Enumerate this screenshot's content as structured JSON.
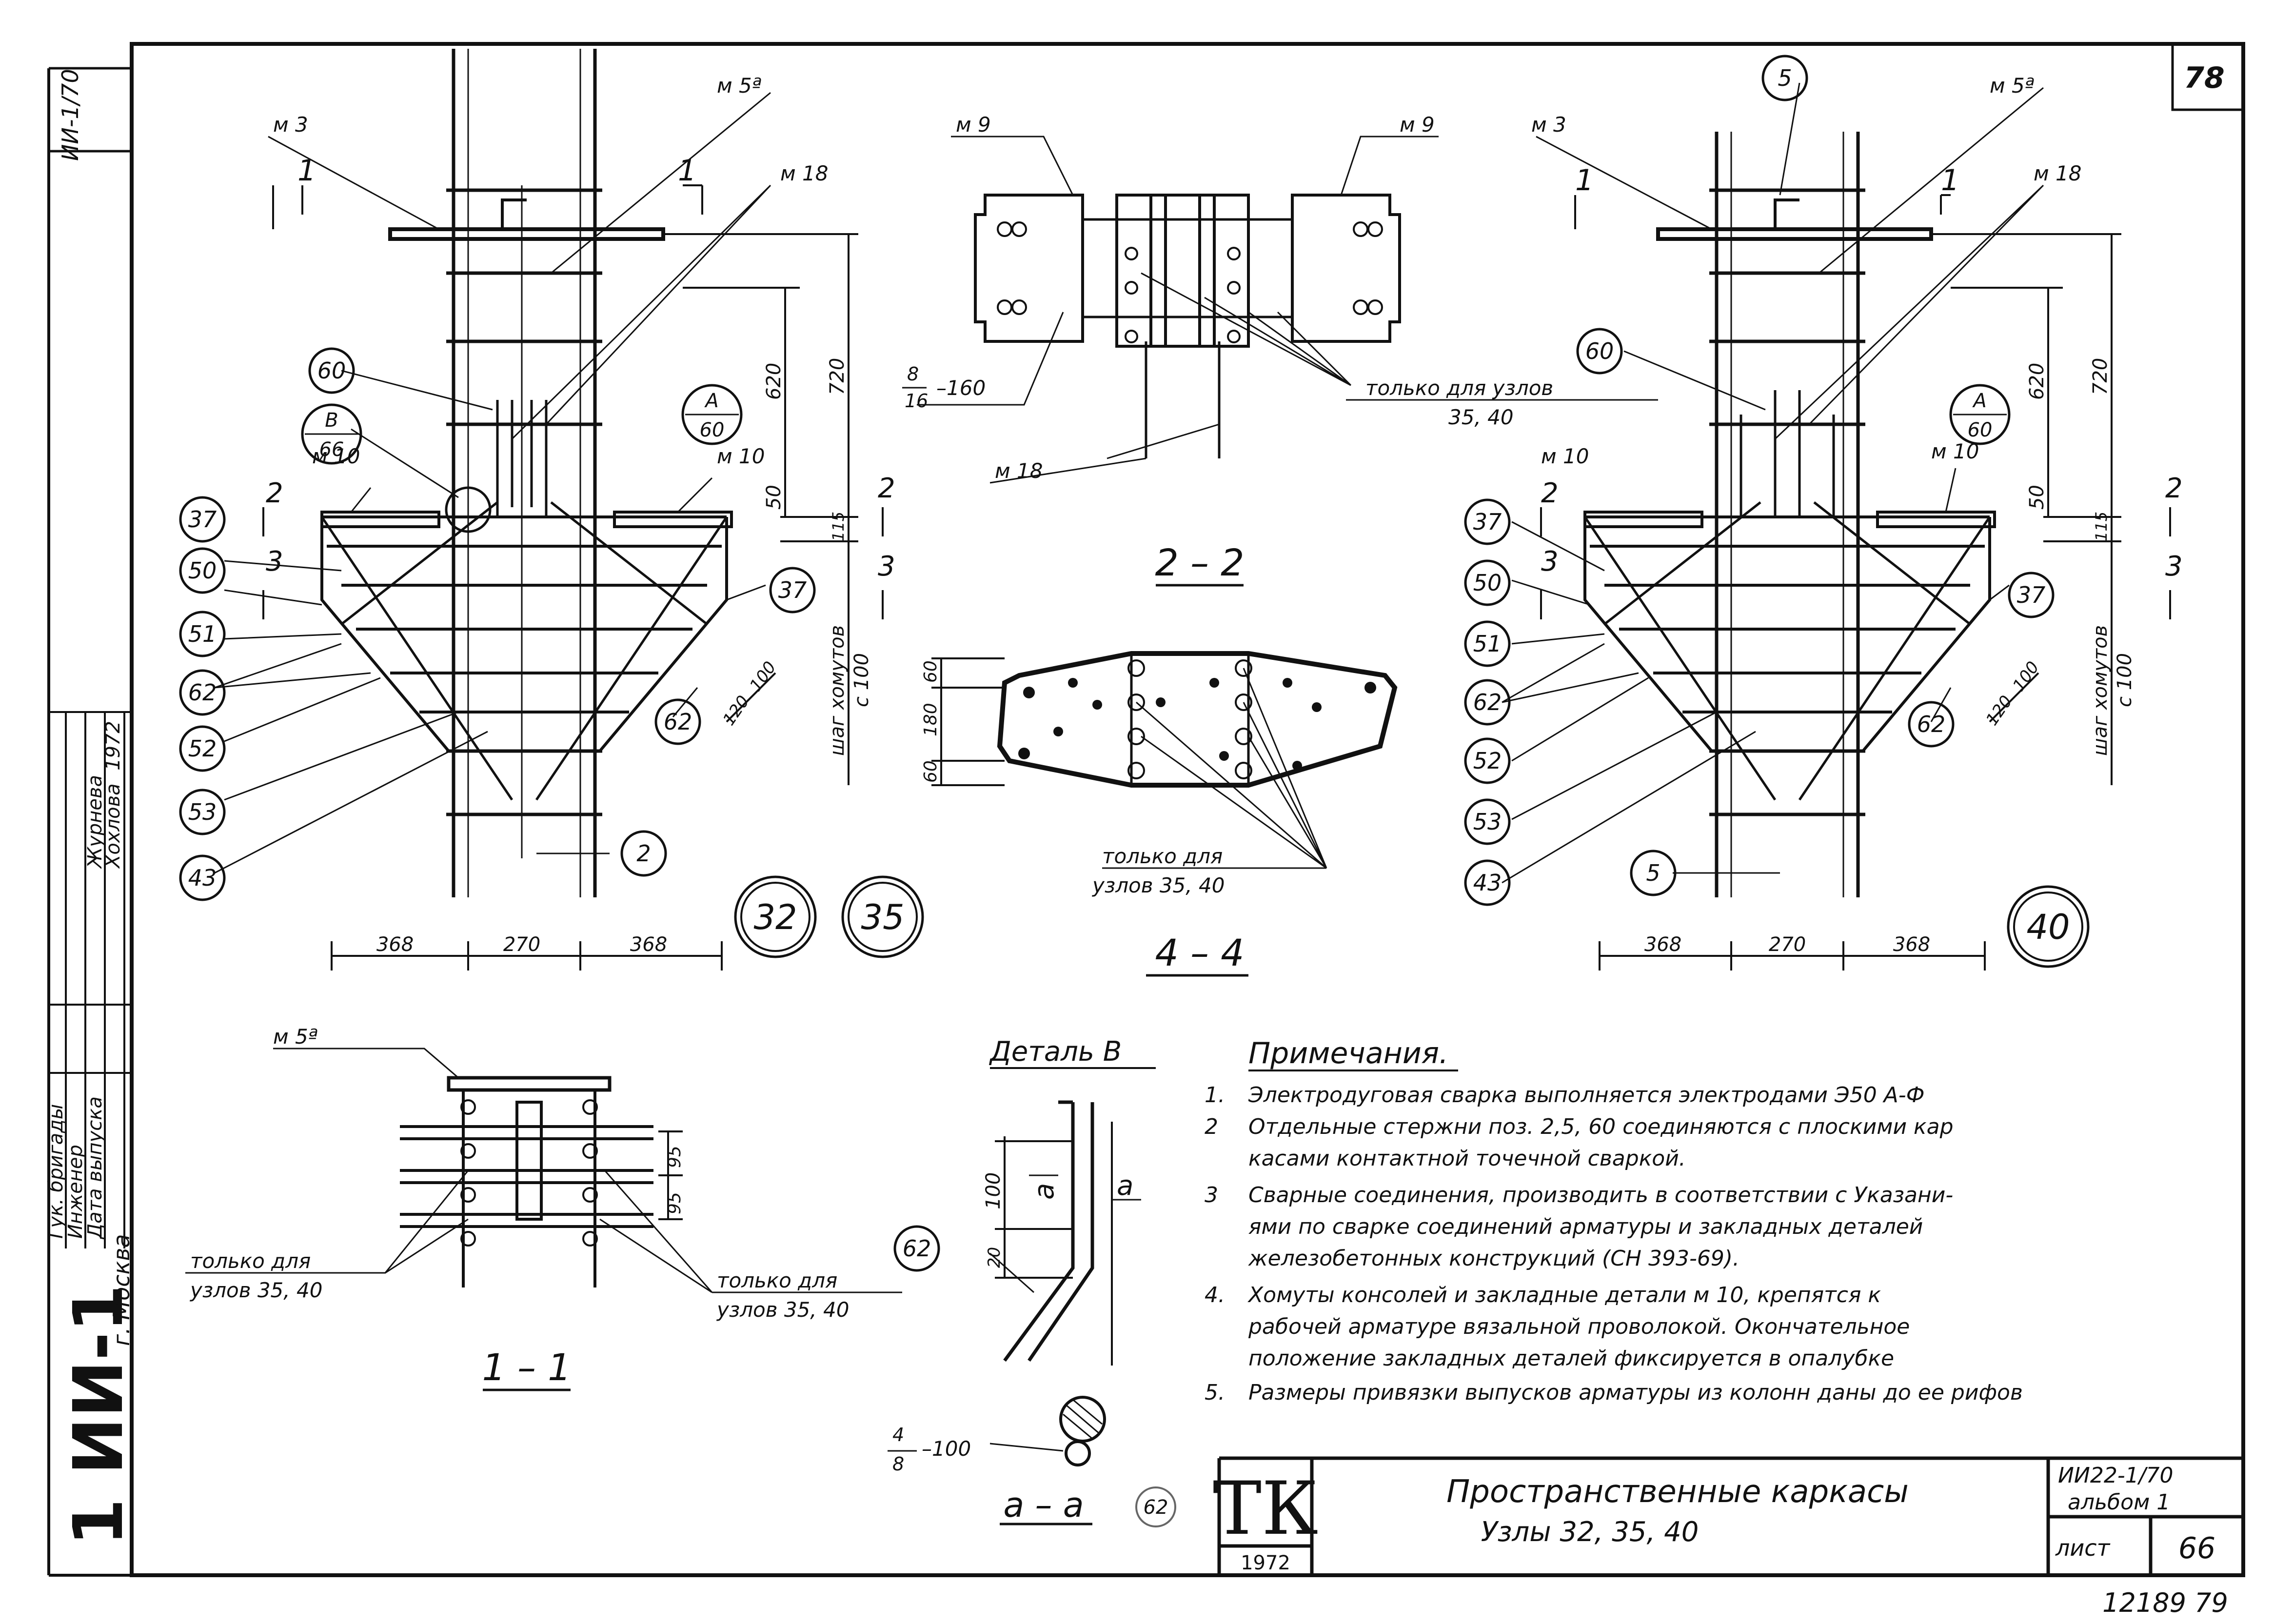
{
  "sheet_number": "78",
  "bottom_stamp": "12189 79",
  "left_strip": {
    "series_code": "ИИ-1/70",
    "series_big": "1 ИИ-1",
    "city": "г. Москва",
    "roles": [
      "Гук. бригады",
      "Инженер",
      "Дата выпуска"
    ],
    "names": [
      "Журнева",
      "Хохлова",
      "1972"
    ]
  },
  "views": {
    "node32": {
      "marks": [
        "м 3",
        "м 5ª",
        "м 18",
        "м 10",
        "м 10"
      ],
      "sections": [
        "1",
        "1",
        "2",
        "2",
        "3",
        "3"
      ],
      "callouts": [
        "60",
        "37",
        "50",
        "51",
        "62",
        "52",
        "53",
        "43",
        "2",
        "37",
        "62"
      ],
      "detail_B": [
        "В",
        "66"
      ],
      "detail_A": [
        "А",
        "60"
      ],
      "dims": [
        "368",
        "270",
        "368",
        "720",
        "620",
        "50",
        "115",
        "120",
        "100"
      ],
      "stirrup": [
        "шаг хомутов",
        "с 100"
      ],
      "node_ids": [
        "32",
        "35"
      ]
    },
    "node40": {
      "marks": [
        "м 3",
        "м 5ª",
        "м 18",
        "м 10",
        "м 10"
      ],
      "sections": [
        "1",
        "1",
        "2",
        "2",
        "3",
        "3"
      ],
      "callouts": [
        "5",
        "60",
        "37",
        "50",
        "51",
        "62",
        "52",
        "53",
        "43",
        "5",
        "37",
        "62"
      ],
      "detail_A": [
        "А",
        "60"
      ],
      "dims": [
        "368",
        "270",
        "368",
        "720",
        "620",
        "50",
        "115",
        "120",
        "100"
      ],
      "stirrup": [
        "шаг хомутов",
        "с 100"
      ],
      "node_ids": [
        "40"
      ]
    },
    "section22": {
      "title": "2 – 2",
      "marks": [
        "м 9",
        "м 9",
        "м 18"
      ],
      "weld": [
        "8",
        "16",
        "–160"
      ],
      "note": [
        "только для узлов",
        "35, 40"
      ]
    },
    "section44": {
      "title": "4 – 4",
      "dims": [
        "60",
        "180",
        "60"
      ],
      "note": [
        "только для",
        "узлов 35, 40"
      ]
    },
    "section11": {
      "title": "1 – 1",
      "mark": "м 5ª",
      "dims": [
        "95",
        "95"
      ],
      "note_left": [
        "только для",
        "узлов 35, 40"
      ],
      "note_right": [
        "только для",
        "узлов 35, 40"
      ]
    },
    "detailB": {
      "title": "Деталь В",
      "dims": [
        "100",
        "20"
      ],
      "cut": "а",
      "callout": "62"
    },
    "sectionAA": {
      "title": "а – а",
      "weld": [
        "4",
        "8",
        "–100"
      ],
      "callout": "62"
    }
  },
  "notes": {
    "heading": "Примечания.",
    "items": [
      {
        "n": "1.",
        "lines": [
          "Электродуговая сварка выполняется электродами Э50 А-Ф"
        ]
      },
      {
        "n": "2",
        "lines": [
          "Отдельные стержни поз. 2,5, 60 соединяются с плоскими кар",
          "касами контактной точечной сваркой."
        ]
      },
      {
        "n": "3",
        "lines": [
          "Сварные соединения, производить в соответствии с Указани-",
          "ями по сварке соединений арматуры и закладных деталей",
          "железобетонных конструкций (СН 393-69)."
        ]
      },
      {
        "n": "4.",
        "lines": [
          "Хомуты консолей и закладные детали м 10, крепятся к",
          "рабочей арматуре вязальной проволокой. Окончательное",
          "положение закладных деталей фиксируется в опалубке"
        ]
      },
      {
        "n": "5.",
        "lines": [
          "Размеры привязки выпусков арматуры из колонн даны до ее рифов"
        ]
      }
    ]
  },
  "title_block": {
    "logo": "ТК",
    "year": "1972",
    "title": "Пространственные каркасы",
    "subtitle": "Узлы 32, 35, 40",
    "code": "ИИ22-1/70",
    "album": "альбом 1",
    "sheet_label": "лист",
    "sheet_value": "66"
  }
}
